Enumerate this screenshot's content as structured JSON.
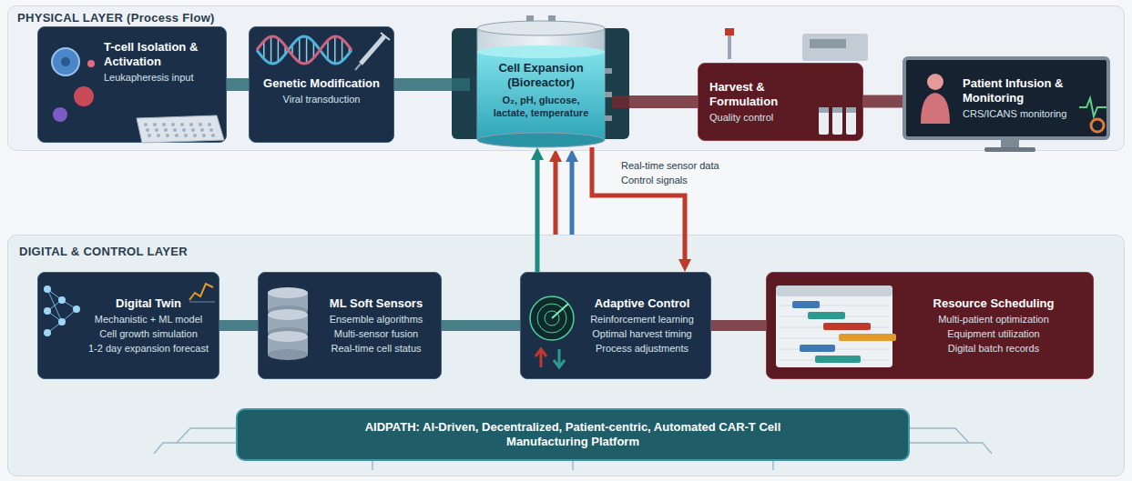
{
  "diagram": {
    "nodes": [
      {
        "text": [
          "PHYSICAL LAYER (Process Flow)"
        ]
      },
      {
        "text": [
          "T-cell Isolation & Activation",
          "Leukapheresis input"
        ],
        "in": 0
      },
      {
        "text": [
          "Genetic Modification",
          "Viral transduction"
        ],
        "in": 0
      },
      {
        "text": [
          "Cell Expansion (Bioreactor)",
          "O₂, pH, glucose, lactate, temperature"
        ],
        "in": 0
      },
      {
        "text": [
          "Harvest & Formulation",
          "Quality control"
        ],
        "in": 0
      },
      {
        "text": [
          "Patient Infusion & Monitoring",
          "CRS/ICANS monitoring"
        ],
        "in": 0
      },
      {
        "text": [
          "DIGITAL & CONTROL LAYER"
        ]
      },
      {
        "text": [
          "Digital Twin",
          "Mechanistic + ML model",
          "Cell growth simulation",
          "1-2 day expansion forecast"
        ],
        "in": 6
      },
      {
        "text": [
          "ML Soft Sensors",
          "Ensemble algorithms",
          "Multi-sensor fusion",
          "Real-time cell status"
        ],
        "in": 6
      },
      {
        "text": [
          "Adaptive Control",
          "Reinforcement learning",
          "Optimal harvest timing",
          "Process adjustments"
        ],
        "in": 6
      },
      {
        "text": [
          "Resource Scheduling",
          "Multi-patient optimization",
          "Equipment utilization",
          "Digital batch records"
        ],
        "in": 6
      },
      {
        "text": [
          "AIDPATH: AI-Driven, Decentralized, Patient-centric, Automated CAR-T Cell Manufacturing Platform"
        ],
        "in": 6
      }
    ],
    "edges": [
      {
        "from": 1,
        "to": 2,
        "arrow": "none"
      },
      {
        "from": 2,
        "to": 3,
        "arrow": "none"
      },
      {
        "from": 3,
        "to": 4,
        "arrow": "none"
      },
      {
        "from": 4,
        "to": 5,
        "arrow": "none"
      },
      {
        "from": 7,
        "to": 8,
        "arrow": "none"
      },
      {
        "from": 8,
        "to": 9,
        "arrow": "none"
      },
      {
        "from": 9,
        "to": 10,
        "arrow": "none"
      },
      {
        "from": 9,
        "to": 3,
        "arrow": "to",
        "label": "Control signals"
      },
      {
        "from": 3,
        "to": 9,
        "arrow": "to",
        "label": "Real-time sensor data"
      }
    ]
  }
}
